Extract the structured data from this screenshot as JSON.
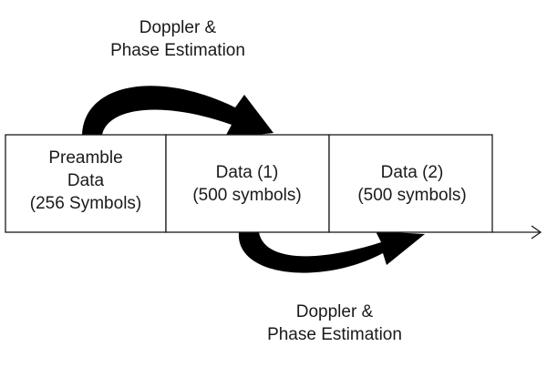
{
  "blocks": [
    {
      "lines": [
        "Preamble",
        "Data",
        "(256 Symbols)"
      ]
    },
    {
      "lines": [
        "Data (1)",
        "(500 symbols)"
      ]
    },
    {
      "lines": [
        "Data (2)",
        "(500 symbols)"
      ]
    }
  ],
  "arrow_labels": {
    "top": [
      "Doppler &",
      "Phase Estimation"
    ],
    "bottom": [
      "Doppler &",
      "Phase Estimation"
    ]
  },
  "colors": {
    "stroke": "#1a1a1a",
    "arrow_fill": "#000000",
    "background": "#ffffff"
  }
}
